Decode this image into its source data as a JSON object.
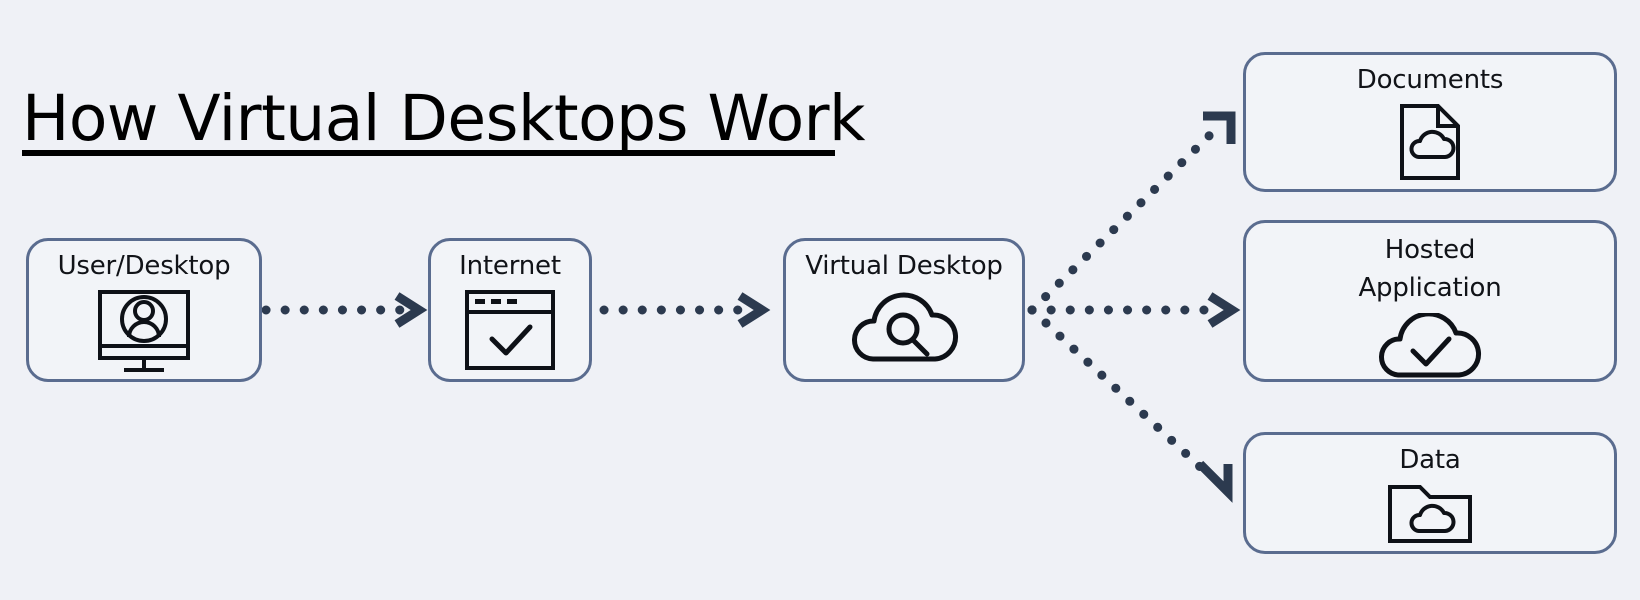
{
  "page": {
    "title": "How Virtual Desktops Work",
    "background_color": "#eff1f6",
    "node_border_color": "#5a6c8f",
    "node_fill_color": "#f2f4f8",
    "connector_color": "#2c3a4f",
    "text_color": "#111318"
  },
  "nodes": [
    {
      "id": "user",
      "label": "User/Desktop",
      "icon": "monitor-user-icon"
    },
    {
      "id": "internet",
      "label": "Internet",
      "icon": "browser-window-check-icon"
    },
    {
      "id": "vdesktop",
      "label": "Virtual Desktop",
      "icon": "cloud-magnifier-icon"
    },
    {
      "id": "documents",
      "label": "Documents",
      "icon": "document-cloud-icon"
    },
    {
      "id": "hostedapp",
      "label": "Hosted\nApplication",
      "icon": "cloud-check-icon"
    },
    {
      "id": "data",
      "label": "Data",
      "icon": "folder-cloud-icon"
    }
  ],
  "connectors": [
    {
      "from": "user",
      "to": "internet",
      "style": "dotted-arrow"
    },
    {
      "from": "internet",
      "to": "vdesktop",
      "style": "dotted-arrow"
    },
    {
      "from": "vdesktop",
      "to": "documents",
      "style": "dotted-arrow"
    },
    {
      "from": "vdesktop",
      "to": "hostedapp",
      "style": "dotted-arrow"
    },
    {
      "from": "vdesktop",
      "to": "data",
      "style": "dotted-arrow"
    }
  ]
}
